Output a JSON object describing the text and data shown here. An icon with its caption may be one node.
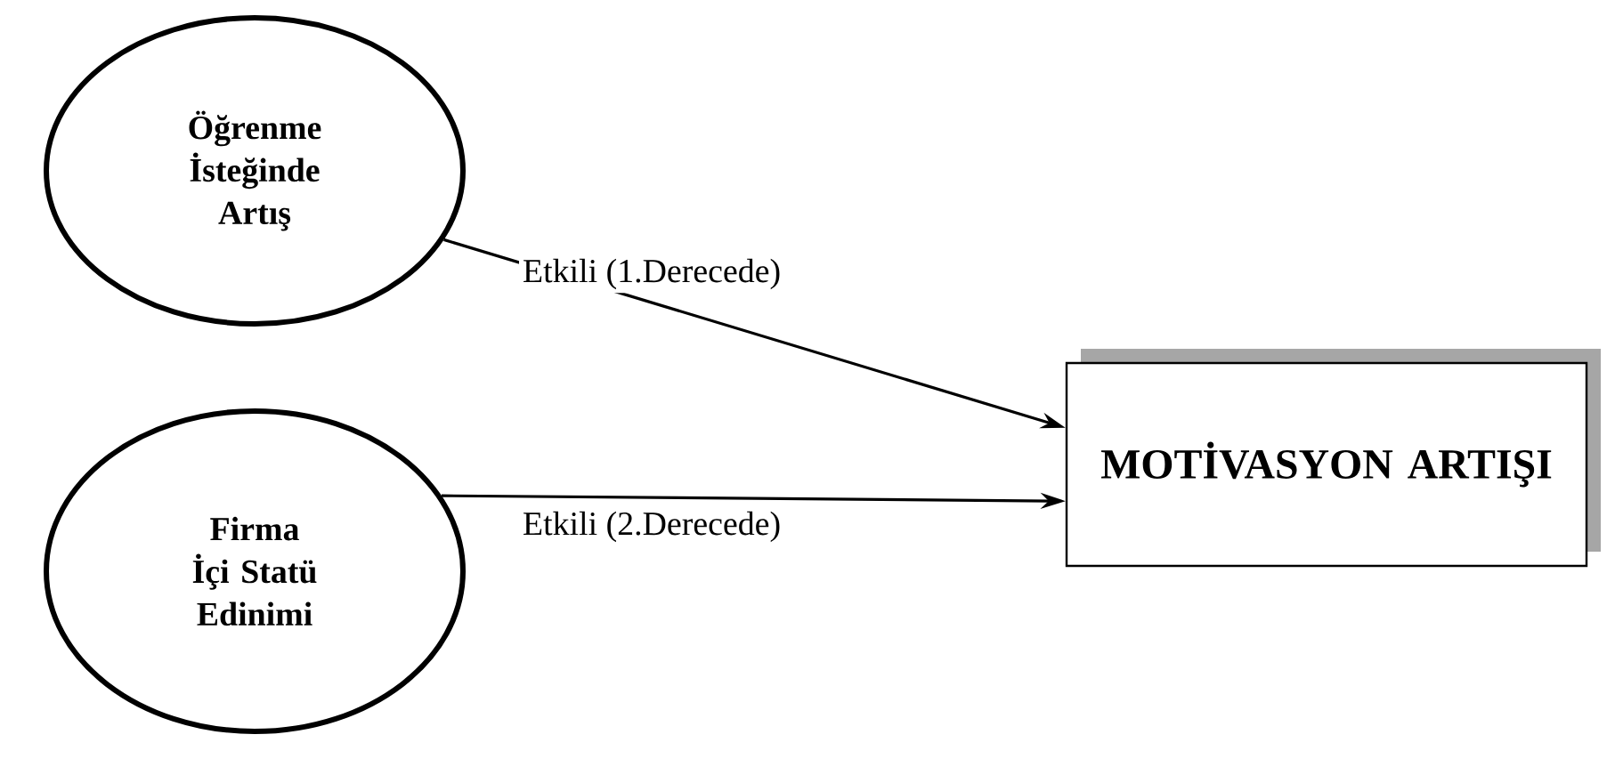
{
  "diagram": {
    "nodes": [
      {
        "text": [
          "Öğrenme İsteğinde Artış"
        ]
      },
      {
        "text": [
          "Firma İçi Statü Edinimi"
        ]
      },
      {
        "text": [
          "MOTİVASYON ARTIŞI"
        ]
      }
    ],
    "edges": [
      {
        "from": 0,
        "to": 2,
        "arrow": "to",
        "label": "Etkili (1.Derecede)"
      },
      {
        "from": 1,
        "to": 2,
        "arrow": "to",
        "label": "Etkili (2.Derecede)"
      }
    ]
  }
}
